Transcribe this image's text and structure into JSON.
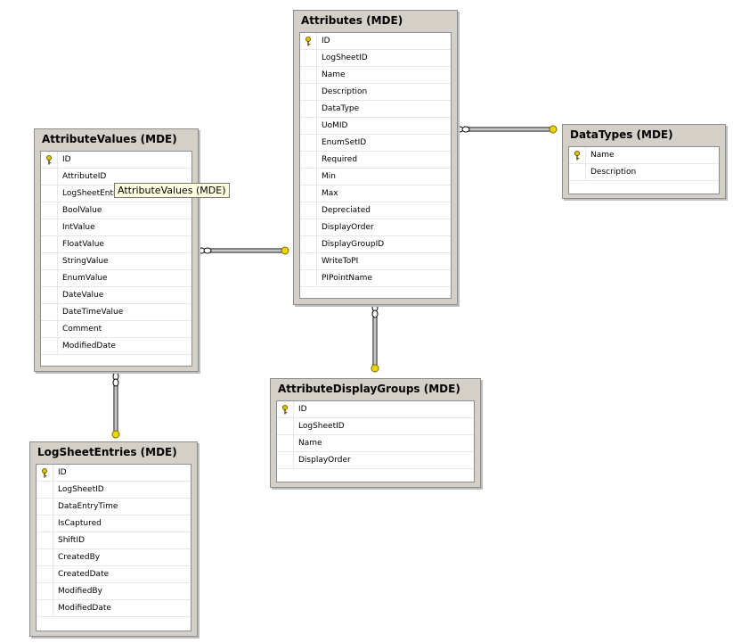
{
  "diagram": {
    "tables": [
      {
        "title": "Attributes (MDE)",
        "columns": [
          "ID",
          "LogSheetID",
          "Name",
          "Description",
          "DataType",
          "UoMID",
          "EnumSetID",
          "Required",
          "Min",
          "Max",
          "Depreciated",
          "DisplayOrder",
          "DisplayGroupID",
          "WriteToPI",
          "PIPointName"
        ],
        "primary_key": "ID"
      },
      {
        "title": "AttributeValues (MDE)",
        "columns": [
          "ID",
          "AttributeID",
          "LogSheetEntryID",
          "BoolValue",
          "IntValue",
          "FloatValue",
          "StringValue",
          "EnumValue",
          "DateValue",
          "DateTimeValue",
          "Comment",
          "ModifiedDate"
        ],
        "primary_key": "ID"
      },
      {
        "title": "DataTypes (MDE)",
        "columns": [
          "Name",
          "Description"
        ],
        "primary_key": "Name"
      },
      {
        "title": "AttributeDisplayGroups (MDE)",
        "columns": [
          "ID",
          "LogSheetID",
          "Name",
          "DisplayOrder"
        ],
        "primary_key": "ID"
      },
      {
        "title": "LogSheetEntries (MDE)",
        "columns": [
          "ID",
          "LogSheetID",
          "DataEntryTime",
          "IsCaptured",
          "ShiftID",
          "CreatedBy",
          "CreatedDate",
          "ModifiedBy",
          "ModifiedDate"
        ],
        "primary_key": "ID"
      }
    ],
    "tooltip": "AttributeValues (MDE)",
    "relationships": [
      {
        "from": "AttributeValues (MDE)",
        "to": "Attributes (MDE)"
      },
      {
        "from": "Attributes (MDE)",
        "to": "DataTypes (MDE)"
      },
      {
        "from": "Attributes (MDE)",
        "to": "AttributeDisplayGroups (MDE)"
      },
      {
        "from": "AttributeValues (MDE)",
        "to": "LogSheetEntries (MDE)"
      }
    ],
    "colors": {
      "panel": "#d4d0c8",
      "border": "#8d8d8d",
      "key_icon": "#d8c000",
      "tooltip_bg": "#ffffe1"
    }
  }
}
